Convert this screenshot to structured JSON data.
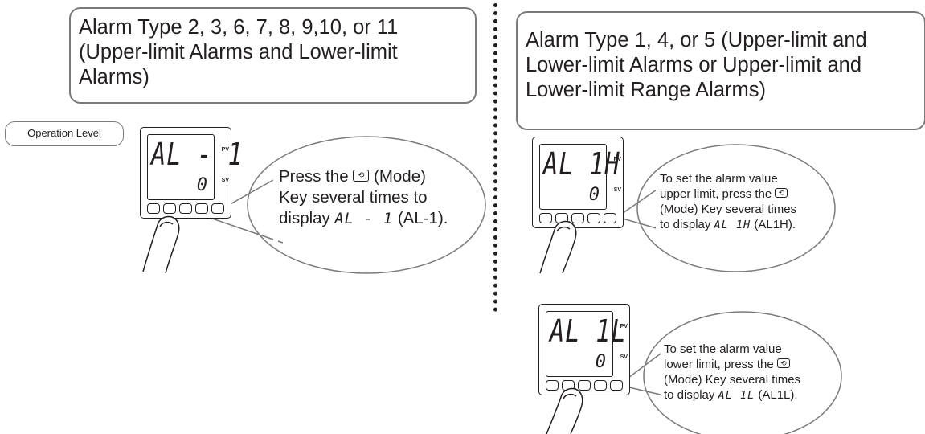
{
  "left_panel": {
    "title_lines": [
      "Alarm Type 2, 3, 6, 7, 8, 9,10, or 11",
      "(Upper-limit Alarms and Lower-limit",
      "Alarms)"
    ],
    "level_label": "Operation Level",
    "device": {
      "pv_display": "AL - 1",
      "sv_display": "0",
      "pv_tag": "PV",
      "sv_tag": "SV"
    },
    "bubble": {
      "line1_prefix": "Press the ",
      "line1_suffix": " (Mode)",
      "line2": "Key several times to",
      "line3_prefix": "display ",
      "line3_code": "AL - 1",
      "line3_suffix": " (AL-1)."
    }
  },
  "right_panel": {
    "title_lines": [
      "Alarm Type 1, 4, or 5 (Upper-limit and",
      "Lower-limit Alarms or Upper-limit and",
      "Lower-limit Range Alarms)"
    ],
    "upper": {
      "device": {
        "pv_display": "AL 1H",
        "sv_display": "0",
        "pv_tag": "PV",
        "sv_tag": "SV"
      },
      "bubble": {
        "line1": "To set the alarm value",
        "line2_prefix": "upper limit, press the ",
        "line3": "(Mode) Key several times",
        "line4_prefix": "to display ",
        "line4_code": "AL 1H",
        "line4_suffix": " (AL1H)."
      }
    },
    "lower": {
      "device": {
        "pv_display": "AL 1L",
        "sv_display": "0",
        "pv_tag": "PV",
        "sv_tag": "SV"
      },
      "bubble": {
        "line1": "To set the alarm value",
        "line2_prefix": "lower limit, press the ",
        "line3": "(Mode) Key several times",
        "line4_prefix": "to display ",
        "line4_code": "AL 1L",
        "line4_suffix": "  (AL1L)."
      }
    }
  },
  "icons": {
    "mode_key": "mode-key-icon",
    "finger": "finger-icon"
  },
  "colors": {
    "ink": "#231f20",
    "frame": "#7a7a7a"
  }
}
